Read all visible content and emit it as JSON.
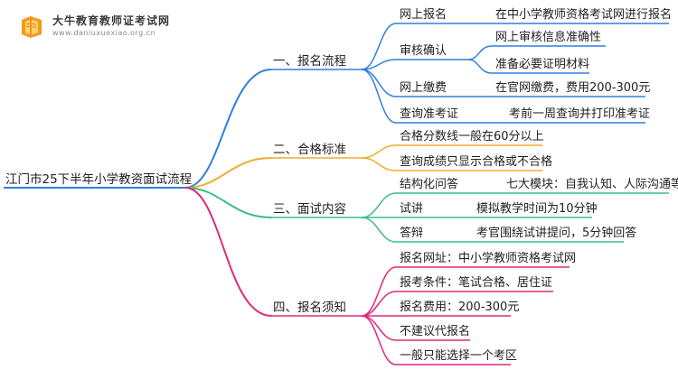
{
  "logo": {
    "name": "大牛教育教师证考试网",
    "url": "www.daniuxuexiao.org.cn"
  },
  "mindmap": {
    "root": "江门市25下半年小学教资面试流程",
    "branches": [
      {
        "label": "一、报名流程",
        "color": "#2f7fe0",
        "children": [
          {
            "label": "网上报名",
            "details": [
              "在中小学教师资格考试网进行报名"
            ]
          },
          {
            "label": "审核确认",
            "details": [
              "网上审核信息准确性",
              "准备必要证明材料"
            ]
          },
          {
            "label": "网上缴费",
            "details": [
              "在官网缴费，费用200-300元"
            ]
          },
          {
            "label": "查询准考证",
            "details": [
              "考前一周查询并打印准考证"
            ]
          }
        ]
      },
      {
        "label": "二、合格标准",
        "color": "#f2ac2e",
        "children": [
          {
            "label": "合格分数线一般在60分以上"
          },
          {
            "label": "查询成绩只显示合格或不合格"
          }
        ]
      },
      {
        "label": "三、面试内容",
        "color": "#3bbf83",
        "children": [
          {
            "label": "结构化问答",
            "details": [
              "七大模块：自我认知、人际沟通等"
            ]
          },
          {
            "label": "试讲",
            "details": [
              "模拟教学时间为10分钟"
            ]
          },
          {
            "label": "答辩",
            "details": [
              "考官围绕试讲提问，5分钟回答"
            ]
          }
        ]
      },
      {
        "label": "四、报名须知",
        "color": "#e0297a",
        "children": [
          {
            "label": "报名网址：中小学教师资格考试网"
          },
          {
            "label": "报考条件：笔试合格、居住证"
          },
          {
            "label": "报名费用：200-300元"
          },
          {
            "label": "不建议代报名"
          },
          {
            "label": "一般只能选择一个考区"
          }
        ]
      }
    ]
  }
}
